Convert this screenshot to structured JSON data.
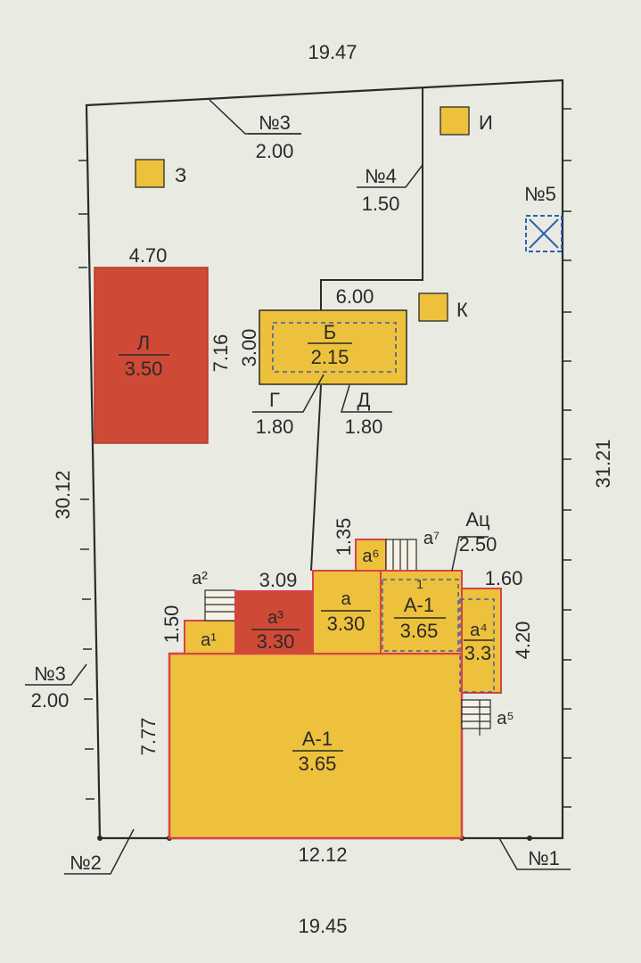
{
  "plot": {
    "top_width": "19.47",
    "bottom_width": "19.45",
    "left_length": "30.12",
    "right_length": "31.21",
    "street_frontage": "12.12"
  },
  "points": {
    "p1": "№1",
    "p2": "№2",
    "p5": "№5"
  },
  "fences": [
    {
      "num": "№3",
      "height": "2.00"
    },
    {
      "num": "№4",
      "height": "1.50"
    },
    {
      "num": "№3",
      "height": "2.00"
    }
  ],
  "small_objects": {
    "z": "З",
    "i": "И",
    "k": "К"
  },
  "building_L": {
    "label": "Л",
    "height": "3.50",
    "width": "4.70",
    "depth": "7.16"
  },
  "building_B": {
    "label": "Б",
    "height": "2.15",
    "width": "6.00",
    "depth": "3.00"
  },
  "gates": [
    {
      "label": "Г",
      "width": "1.80"
    },
    {
      "label": "Д",
      "width": "1.80"
    }
  ],
  "main_house": {
    "label": "А-1",
    "height": "3.65",
    "depth": "7.77"
  },
  "extensions": {
    "a1": "a¹",
    "a1_height": "1.50",
    "a2": "a²",
    "a3": "a³",
    "a3_height": "3.30",
    "a3_width": "3.09",
    "a": "a",
    "a_height": "3.30",
    "a6": "a⁶",
    "a6_height": "1.35",
    "a7": "a⁷",
    "A1_upper": "А-1",
    "A1_upper_sup": "1",
    "A1_upper_height": "3.65",
    "Ac": "Ац",
    "Ac_height": "2.50",
    "a4": "a⁴",
    "a4_height": "3.3",
    "a4_width": "1.60",
    "a4_depth": "4.20",
    "a5": "a⁵"
  },
  "colors": {
    "residential": "#edc13b",
    "non_residential": "#cf4a36",
    "outline_red": "#d6434a",
    "boundary": "#2b2b2b",
    "marker_blue": "#2c5fb5"
  }
}
